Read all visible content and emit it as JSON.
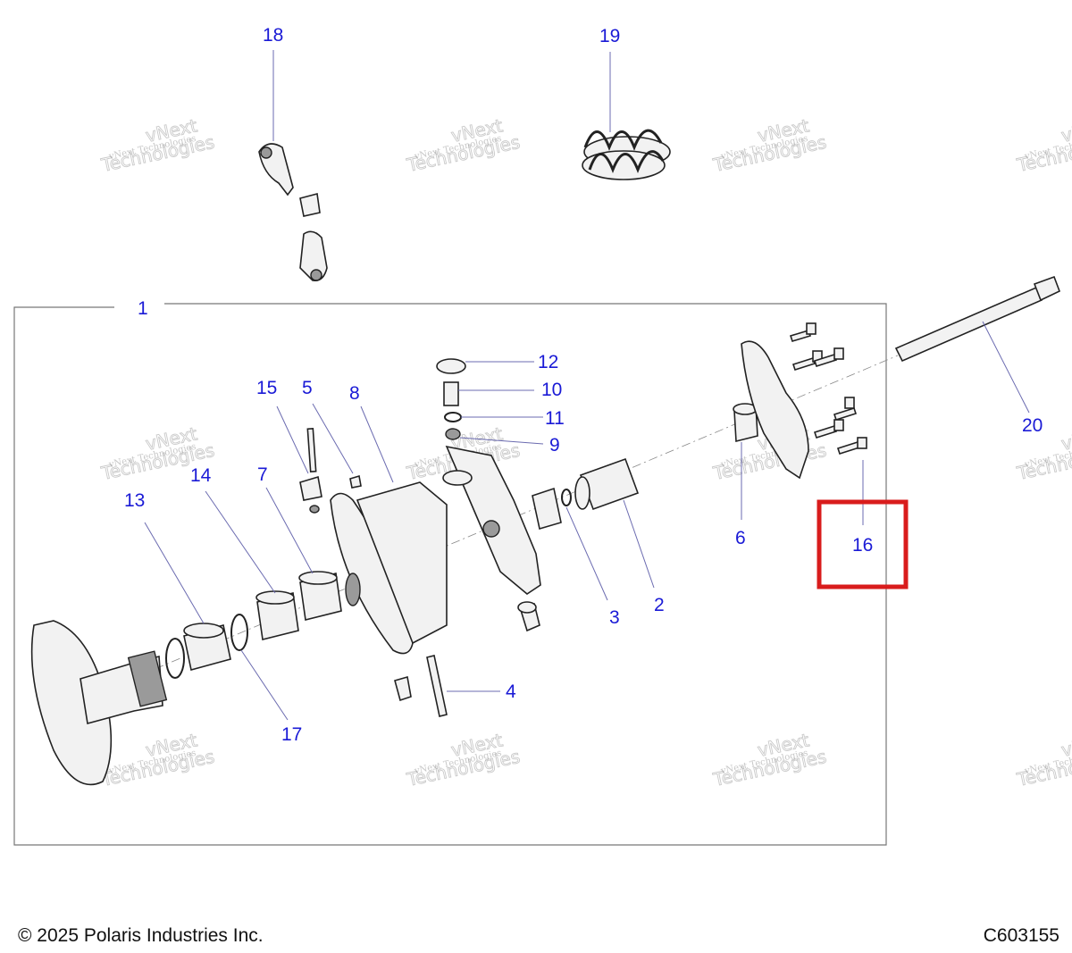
{
  "callouts": {
    "c1": "1",
    "c2": "2",
    "c3": "3",
    "c4": "4",
    "c5": "5",
    "c6": "6",
    "c7": "7",
    "c8": "8",
    "c9": "9",
    "c10": "10",
    "c11": "11",
    "c12": "12",
    "c13": "13",
    "c14": "14",
    "c15": "15",
    "c16": "16",
    "c17": "17",
    "c18": "18",
    "c19": "19",
    "c20": "20"
  },
  "watermark": {
    "line1": "vNext",
    "line2": "Technologies",
    "small": "vNext Technologies"
  },
  "footer": {
    "copyright": "© 2025 Polaris Industries Inc.",
    "diagram_code": "C603155"
  },
  "colors": {
    "callout": "#1a1ad6",
    "highlight": "#d91c1c",
    "line": "#222222"
  }
}
